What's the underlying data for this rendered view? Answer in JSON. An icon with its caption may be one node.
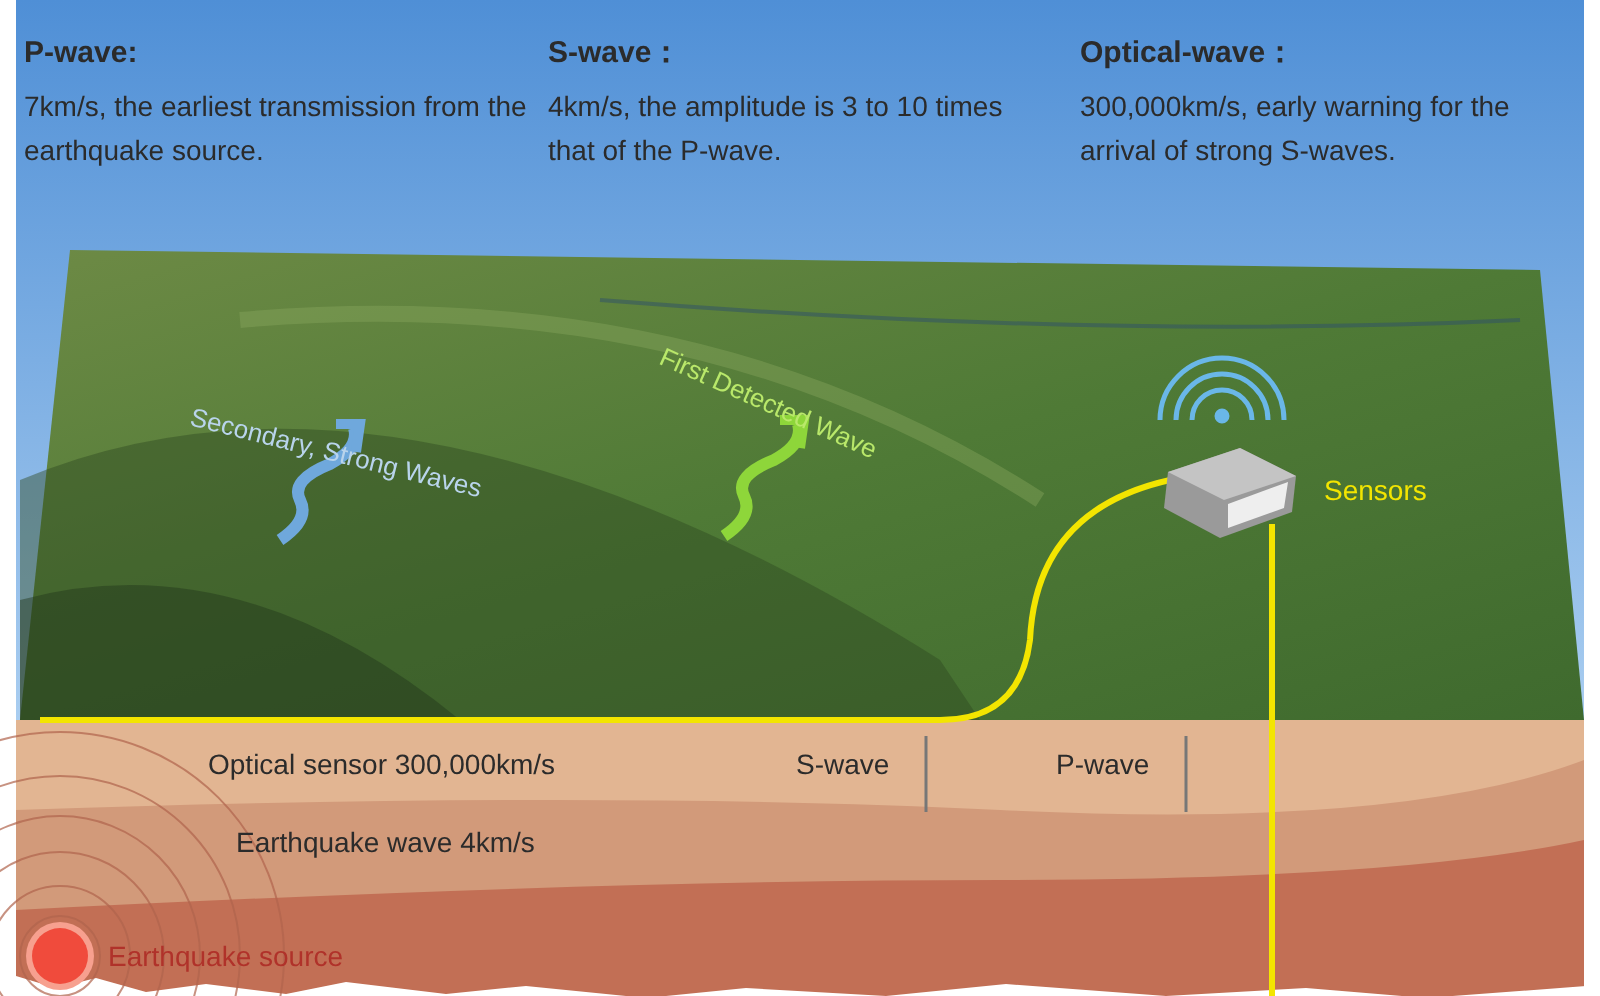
{
  "diagram": {
    "nodes": [
      {
        "text": [],
        "shape": "box",
        "beside": [
          "Sensors"
        ]
      },
      {
        "text": [],
        "shape": "circle",
        "beside": [
          "Earthquake source"
        ]
      }
    ],
    "labels": [
      "P-wave:",
      "7km/s, the earliest transmission from the earthquake source.",
      "S-wave：",
      "4km/s, the amplitude is 3 to 10 times that of the P-wave.",
      "Optical-wave：",
      "300,000km/s, early warning for the arrival of strong S-waves.",
      "Secondary, Strong Waves",
      "First Detected Wave",
      "Optical sensor 300,000km/s",
      "S-wave",
      "P-wave",
      "Earthquake wave 4km/s"
    ]
  }
}
